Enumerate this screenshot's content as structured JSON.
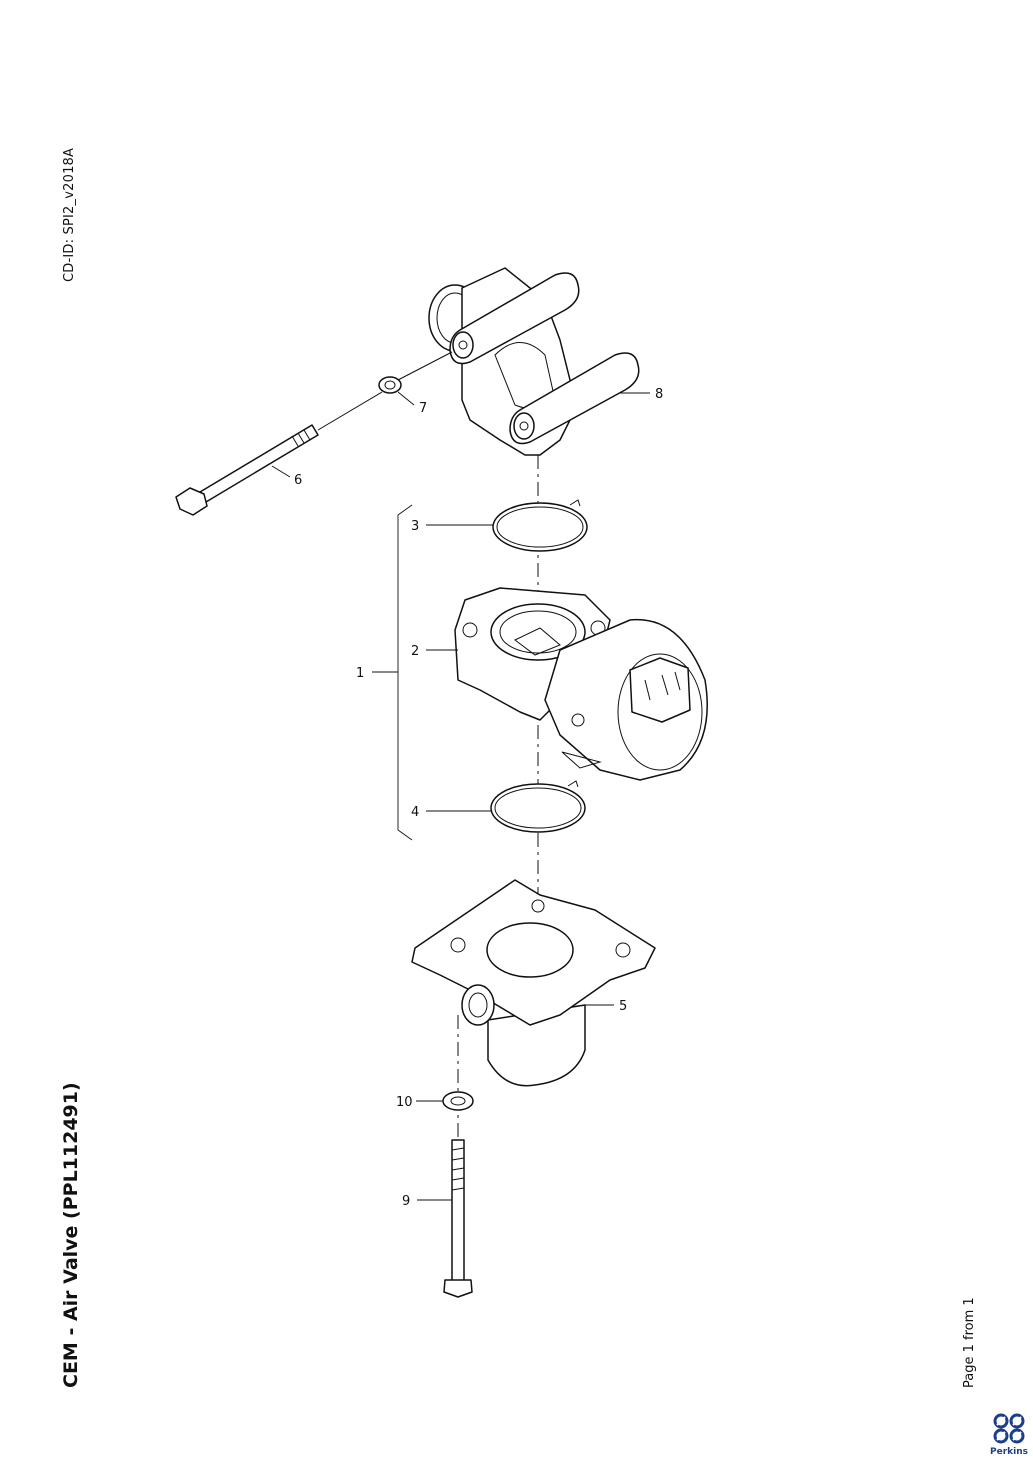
{
  "header": {
    "cd_id": "CD-ID: SPI2_v2018A"
  },
  "title": "CEM - Air Valve (PPL112491)",
  "footer": {
    "page": "Page 1 from 1",
    "brand": "Perkins"
  },
  "callouts": {
    "c1": "1",
    "c2": "2",
    "c3": "3",
    "c4": "4",
    "c5": "5",
    "c6": "6",
    "c7": "7",
    "c8": "8",
    "c9": "9",
    "c10": "10"
  },
  "colors": {
    "line": "#111111",
    "logo": "#1d3f8a"
  }
}
